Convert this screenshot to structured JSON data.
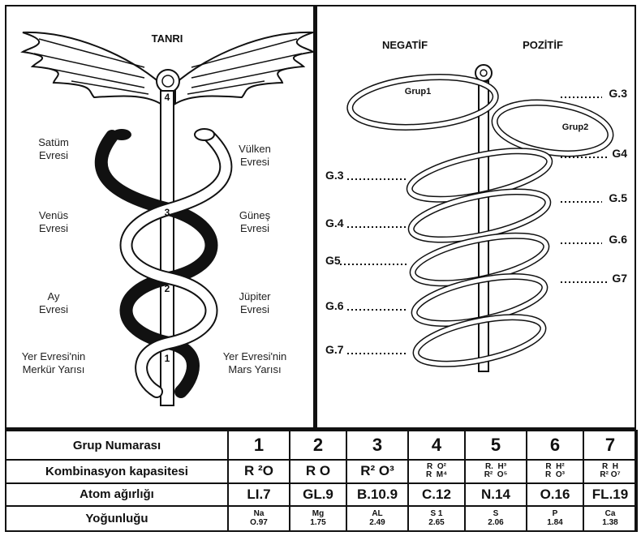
{
  "left_panel": {
    "top_label": "TANRI",
    "numbers": [
      "4",
      "3",
      "2",
      "1"
    ],
    "stages_left": [
      "Satüm\nEvresi",
      "Venüs\nEvresi",
      "Ay\nEvresi",
      "Yer Evresi'nin\nMerkür Yarısı"
    ],
    "stages_right": [
      "Vülken\nEvresi",
      "Güneş\nEvresi",
      "Jüpiter\nEvresi",
      "Yer Evresi'nin\nMars Yarısı"
    ]
  },
  "right_panel": {
    "negative_label": "NEGATİF",
    "positive_label": "POZİTİF",
    "group1_label": "Grup1",
    "group2_label": "Grup2",
    "left_labels": [
      "G.3",
      "G.4",
      "G5",
      "G.6",
      "G.7"
    ],
    "right_labels": [
      "G.3",
      "G4",
      "G.5",
      "G.6",
      "G7"
    ]
  },
  "table": {
    "rows": [
      {
        "header": "Grup Numarası",
        "cells": [
          "1",
          "2",
          "3",
          "4",
          "5",
          "6",
          "7"
        ]
      },
      {
        "header": "Kombinasyon kapasitesi",
        "cells": [
          "R ²O",
          "R O",
          "R² O³",
          "R  O²\nR  M⁴",
          "R.  H³\nR²  O⁵",
          "R  H²\nR  O³",
          "R  H\nR² O⁷"
        ]
      },
      {
        "header": "Atom ağırlığı",
        "cells": [
          "LI.7",
          "GL.9",
          "B.10.9",
          "C.12",
          "N.14",
          "O.16",
          "FL.19"
        ]
      },
      {
        "header": "Yoğunluğu",
        "cells": [
          "Na\nO.97",
          "Mg\n1.75",
          "AL\n2.49",
          "S 1\n2.65",
          "S\n2.06",
          "P\n1.84",
          "Ca\n1.38"
        ]
      }
    ]
  }
}
